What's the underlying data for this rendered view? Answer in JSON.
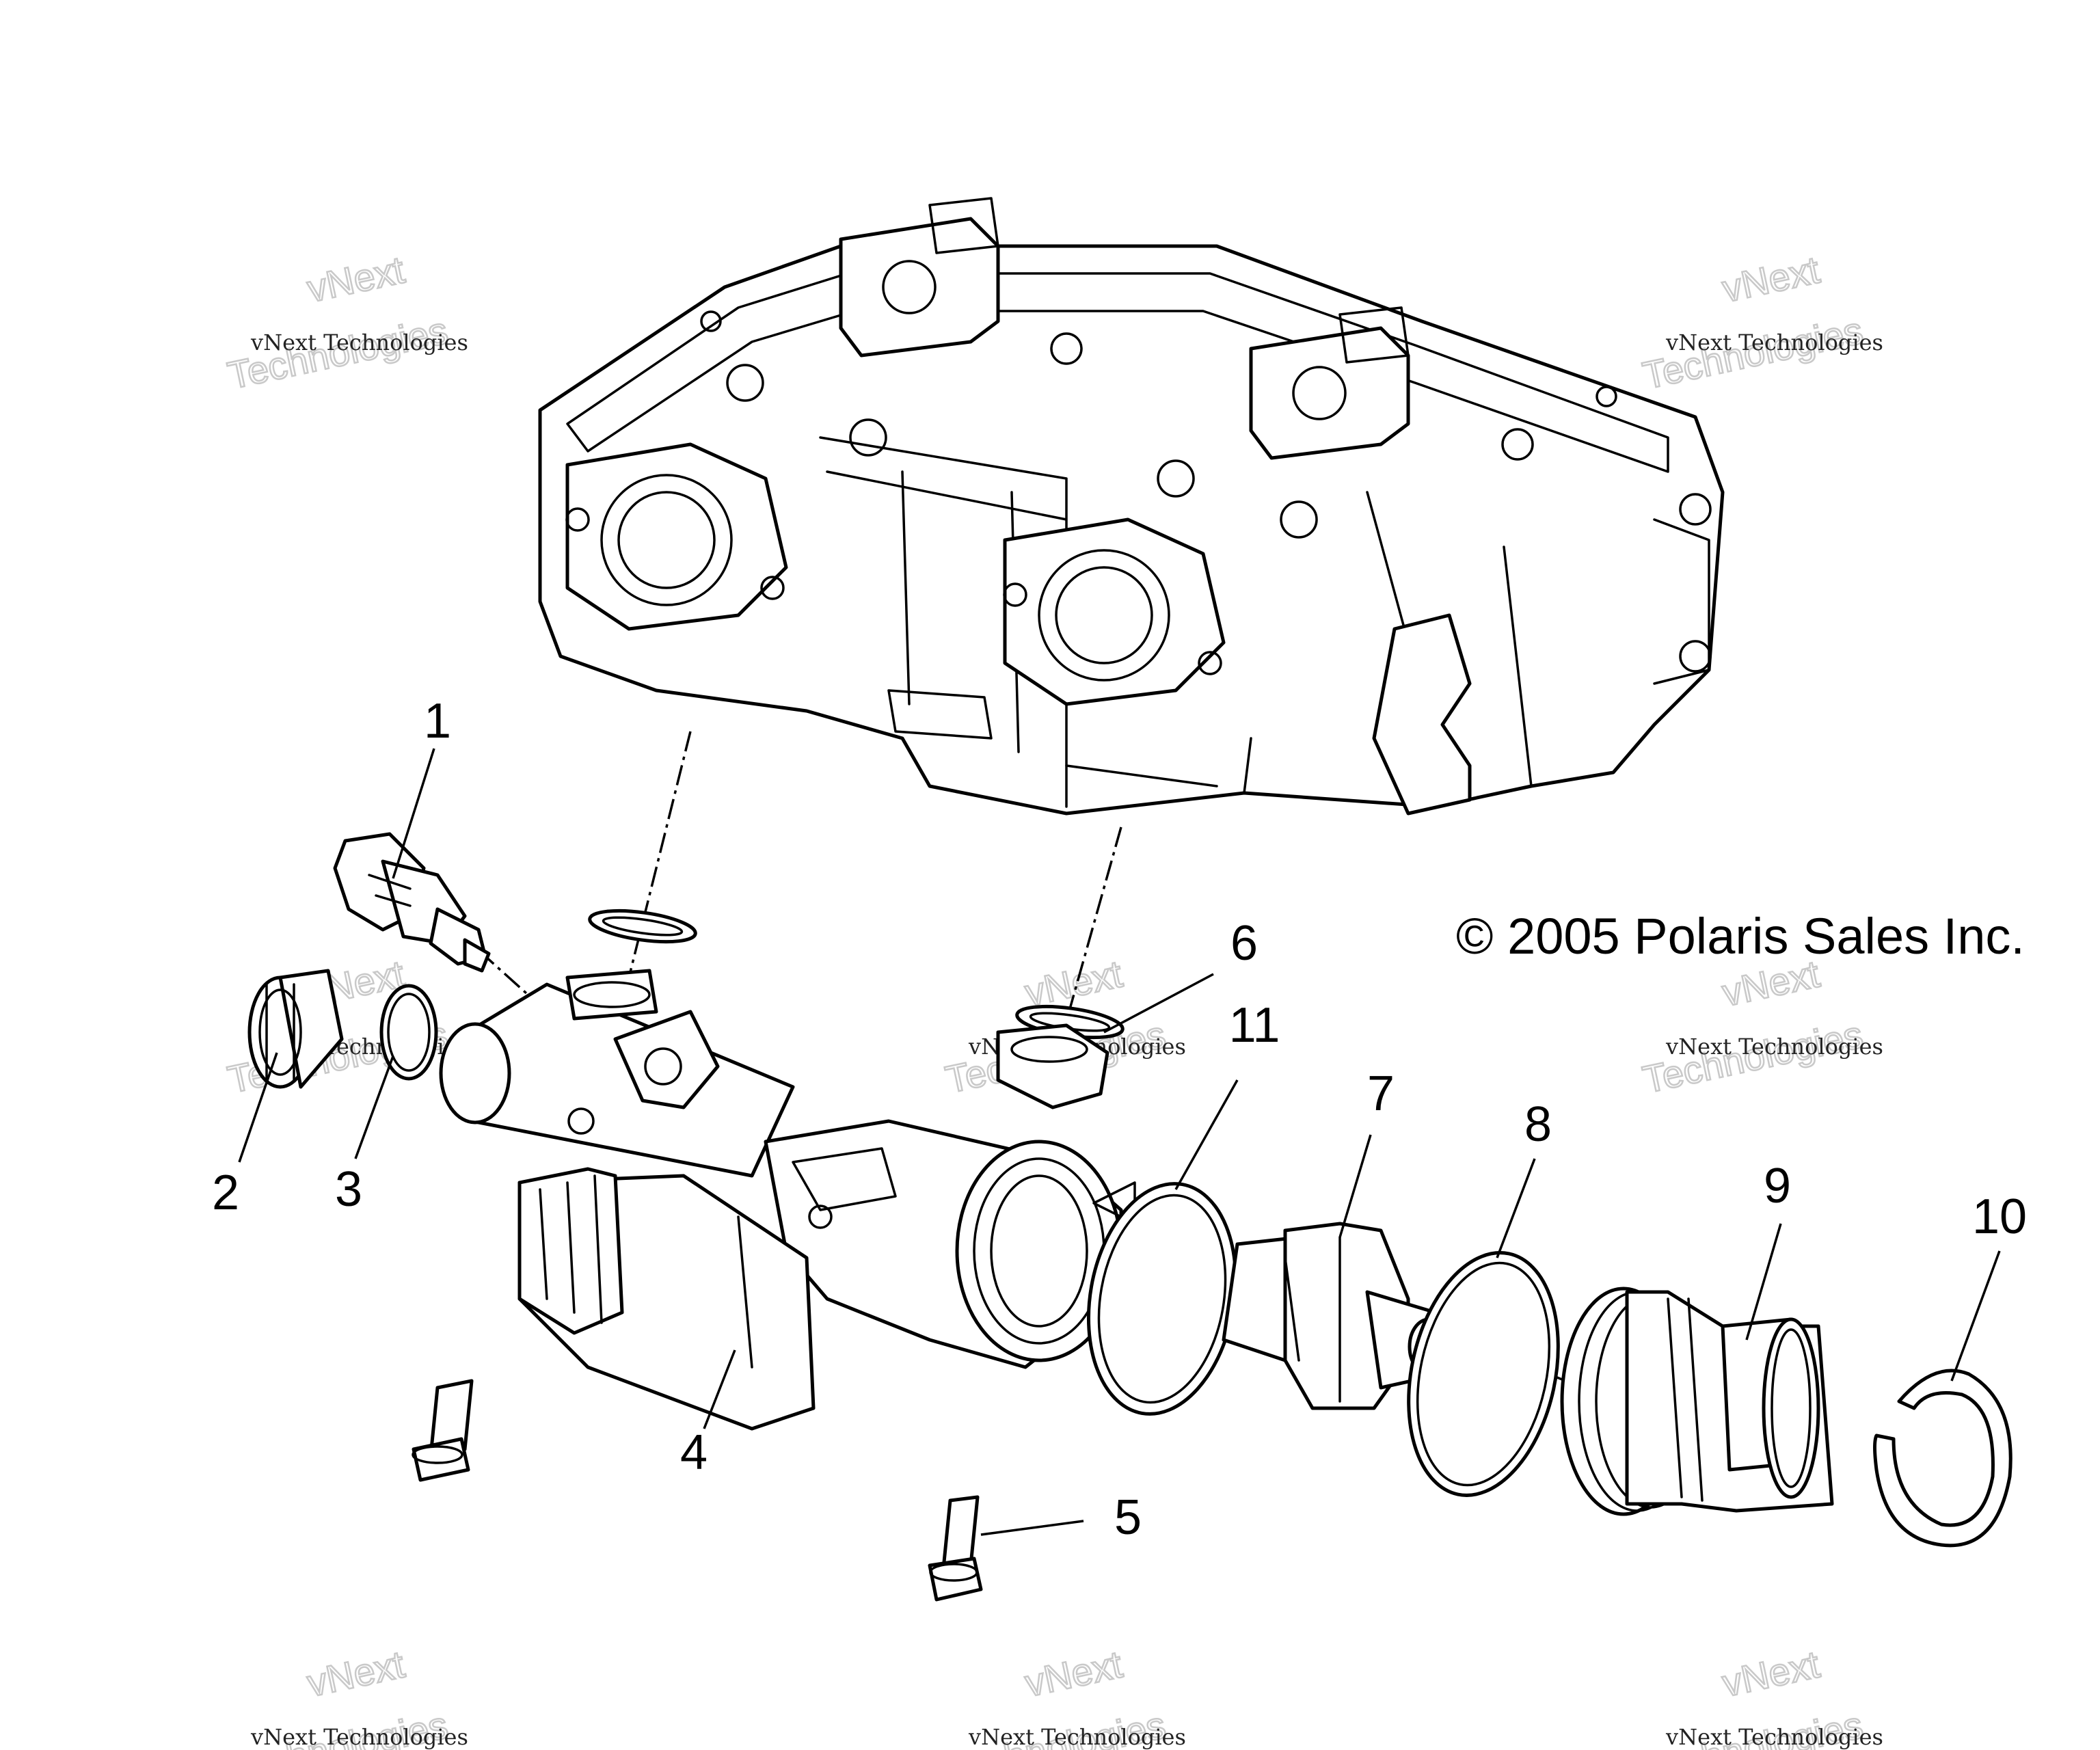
{
  "copyright": "© 2005 Polaris Sales Inc.",
  "watermark": {
    "brand": "vNext",
    "line": "vNext Technologies",
    "word": "Technologies"
  },
  "callouts": [
    "1",
    "2",
    "3",
    "4",
    "5",
    "6",
    "7",
    "8",
    "9",
    "10",
    "11"
  ],
  "icons": {
    "cylinder_head": "cylinder-head-icon",
    "temperature_sensor": "temperature-sensor-icon",
    "plug": "plug-icon",
    "o_ring": "o-ring-icon",
    "housing": "thermostat-housing-icon",
    "bolt": "bolt-icon",
    "thermostat": "thermostat-icon",
    "outlet_fitting": "outlet-fitting-icon",
    "retaining_ring": "retaining-ring-icon"
  }
}
